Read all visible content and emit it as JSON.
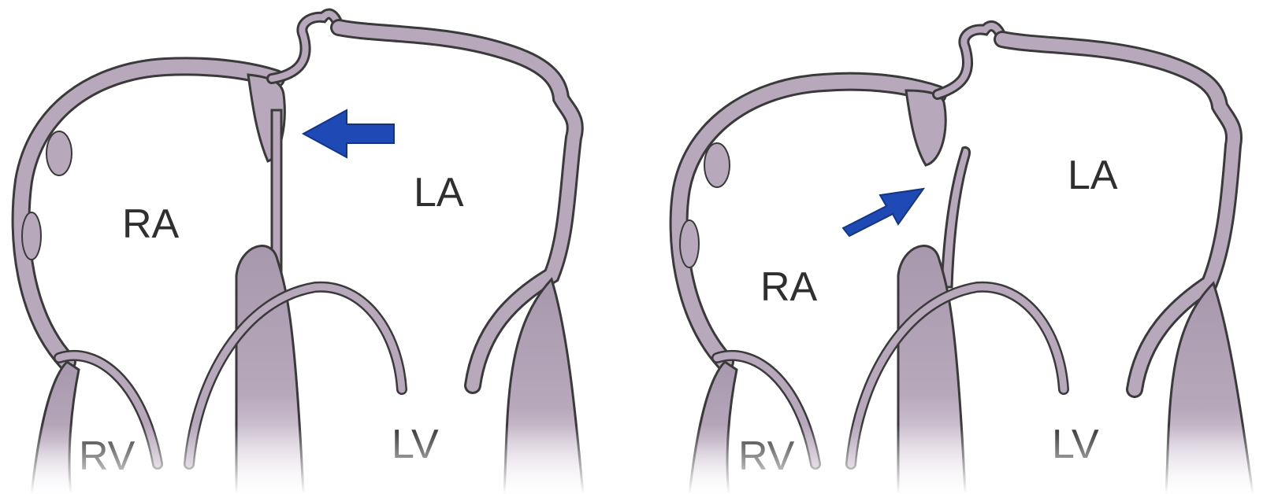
{
  "panels": [
    {
      "ra_label": "RA",
      "la_label": "LA",
      "rv_label": "RV",
      "lv_label": "LV"
    },
    {
      "ra_label": "RA",
      "la_label": "LA",
      "rv_label": "RV",
      "lv_label": "LV"
    }
  ],
  "colors": {
    "wall_fill": "#b8a8bc",
    "wall_stroke": "#3a3a3a",
    "arrow": "#1f49b4",
    "background": "#ffffff"
  }
}
